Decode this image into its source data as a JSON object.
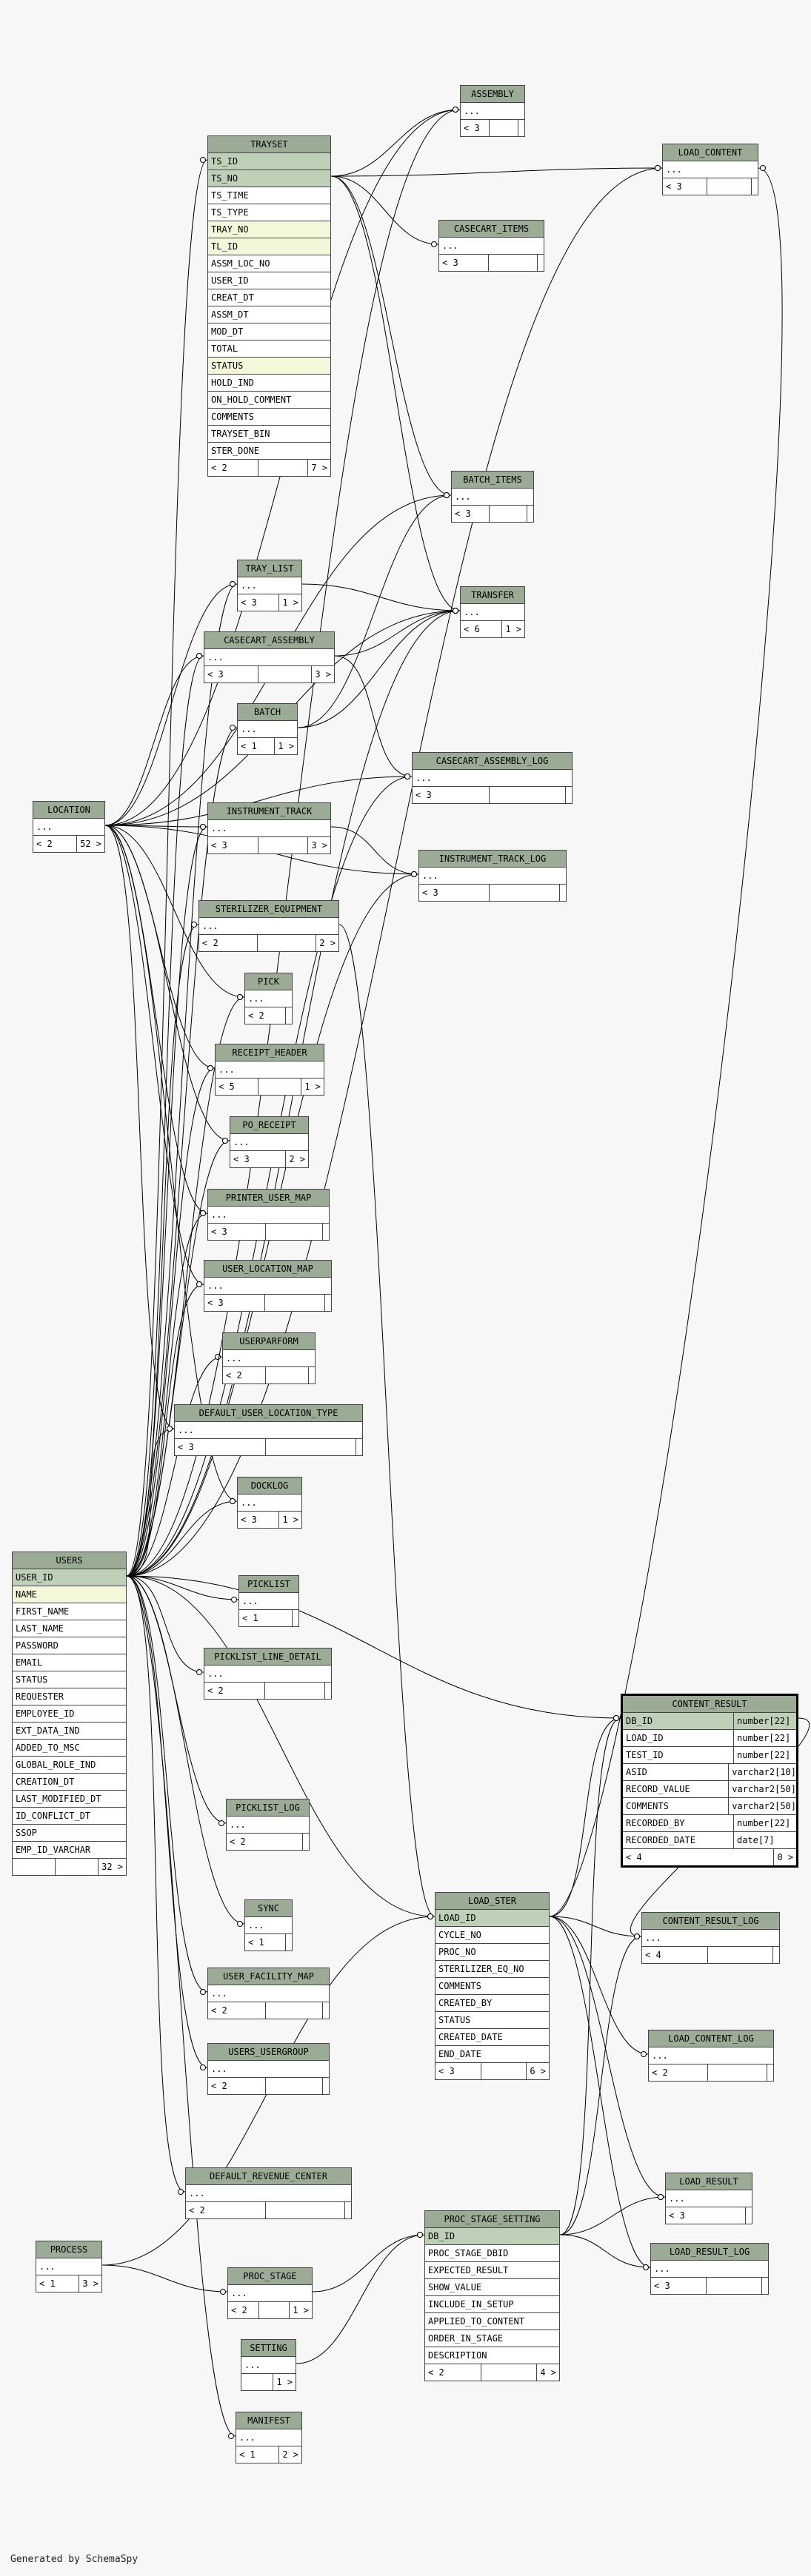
{
  "diagram": {
    "footer": "Generated by SchemaSpy",
    "tables": [
      {
        "id": "assembly",
        "name": "ASSEMBLY",
        "rows": [
          {
            "t": "..."
          }
        ],
        "footer": [
          "< 3",
          "",
          ""
        ]
      },
      {
        "id": "load_content",
        "name": "LOAD_CONTENT",
        "rows": [
          {
            "t": "..."
          }
        ],
        "footer": [
          "< 3",
          "",
          ""
        ]
      },
      {
        "id": "trayset",
        "name": "TRAYSET",
        "rows": [
          {
            "t": "TS_ID",
            "k": "pk"
          },
          {
            "t": "TS_NO",
            "k": "pk"
          },
          {
            "t": "TS_TIME"
          },
          {
            "t": "TS_TYPE"
          },
          {
            "t": "TRAY_NO",
            "k": "fk"
          },
          {
            "t": "TL_ID",
            "k": "fk"
          },
          {
            "t": "ASSM_LOC_NO"
          },
          {
            "t": "USER_ID"
          },
          {
            "t": "CREAT_DT"
          },
          {
            "t": "ASSM_DT"
          },
          {
            "t": "MOD_DT"
          },
          {
            "t": "TOTAL"
          },
          {
            "t": "STATUS",
            "k": "fk"
          },
          {
            "t": "HOLD_IND"
          },
          {
            "t": "ON_HOLD_COMMENT"
          },
          {
            "t": "COMMENTS"
          },
          {
            "t": "TRAYSET_BIN"
          },
          {
            "t": "STER_DONE"
          }
        ],
        "footer": [
          "< 2",
          "",
          "7 >"
        ]
      },
      {
        "id": "casecart_items",
        "name": "CASECART_ITEMS",
        "rows": [
          {
            "t": "..."
          }
        ],
        "footer": [
          "< 3",
          "",
          ""
        ]
      },
      {
        "id": "batch_items",
        "name": "BATCH_ITEMS",
        "rows": [
          {
            "t": "..."
          }
        ],
        "footer": [
          "< 3",
          "",
          ""
        ]
      },
      {
        "id": "tray_list",
        "name": "TRAY_LIST",
        "rows": [
          {
            "t": "..."
          }
        ],
        "footer": [
          "< 3",
          "1 >"
        ]
      },
      {
        "id": "transfer",
        "name": "TRANSFER",
        "rows": [
          {
            "t": "..."
          }
        ],
        "footer": [
          "< 6",
          "1 >"
        ]
      },
      {
        "id": "casecart_assembly",
        "name": "CASECART_ASSEMBLY",
        "rows": [
          {
            "t": "..."
          }
        ],
        "footer": [
          "< 3",
          "",
          "3 >"
        ]
      },
      {
        "id": "batch",
        "name": "BATCH",
        "rows": [
          {
            "t": "..."
          }
        ],
        "footer": [
          "< 1",
          "1 >"
        ]
      },
      {
        "id": "casecart_assembly_log",
        "name": "CASECART_ASSEMBLY_LOG",
        "rows": [
          {
            "t": "..."
          }
        ],
        "footer": [
          "< 3",
          "",
          ""
        ]
      },
      {
        "id": "location",
        "name": "LOCATION",
        "rows": [
          {
            "t": "..."
          }
        ],
        "footer": [
          "< 2",
          "52 >"
        ]
      },
      {
        "id": "instrument_track",
        "name": "INSTRUMENT_TRACK",
        "rows": [
          {
            "t": "..."
          }
        ],
        "footer": [
          "< 3",
          "",
          "3 >"
        ]
      },
      {
        "id": "instrument_track_log",
        "name": "INSTRUMENT_TRACK_LOG",
        "rows": [
          {
            "t": "..."
          }
        ],
        "footer": [
          "< 3",
          "",
          ""
        ]
      },
      {
        "id": "sterilizer_equipment",
        "name": "STERILIZER_EQUIPMENT",
        "rows": [
          {
            "t": "..."
          }
        ],
        "footer": [
          "< 2",
          "",
          "2 >"
        ]
      },
      {
        "id": "pick",
        "name": "PICK",
        "rows": [
          {
            "t": "..."
          }
        ],
        "footer": [
          "< 2",
          ""
        ]
      },
      {
        "id": "receipt_header",
        "name": "RECEIPT_HEADER",
        "rows": [
          {
            "t": "..."
          }
        ],
        "footer": [
          "< 5",
          "",
          "1 >"
        ]
      },
      {
        "id": "po_receipt",
        "name": "PO_RECEIPT",
        "rows": [
          {
            "t": "..."
          }
        ],
        "footer": [
          "< 3",
          "2 >"
        ]
      },
      {
        "id": "printer_user_map",
        "name": "PRINTER_USER_MAP",
        "rows": [
          {
            "t": "..."
          }
        ],
        "footer": [
          "< 3",
          "",
          ""
        ]
      },
      {
        "id": "user_location_map",
        "name": "USER_LOCATION_MAP",
        "rows": [
          {
            "t": "..."
          }
        ],
        "footer": [
          "< 3",
          "",
          ""
        ]
      },
      {
        "id": "userparform",
        "name": "USERPARFORM",
        "rows": [
          {
            "t": "..."
          }
        ],
        "footer": [
          "< 2",
          "",
          ""
        ]
      },
      {
        "id": "default_user_location_type",
        "name": "DEFAULT_USER_LOCATION_TYPE",
        "rows": [
          {
            "t": "..."
          }
        ],
        "footer": [
          "< 3",
          "",
          ""
        ]
      },
      {
        "id": "docklog",
        "name": "DOCKLOG",
        "rows": [
          {
            "t": "..."
          }
        ],
        "footer": [
          "< 3",
          "1 >"
        ]
      },
      {
        "id": "users",
        "name": "USERS",
        "rows": [
          {
            "t": "USER_ID",
            "k": "pk"
          },
          {
            "t": "NAME",
            "k": "fk"
          },
          {
            "t": "FIRST_NAME"
          },
          {
            "t": "LAST_NAME"
          },
          {
            "t": "PASSWORD"
          },
          {
            "t": "EMAIL"
          },
          {
            "t": "STATUS"
          },
          {
            "t": "REQUESTER"
          },
          {
            "t": "EMPLOYEE_ID"
          },
          {
            "t": "EXT_DATA_IND"
          },
          {
            "t": "ADDED_TO_MSC"
          },
          {
            "t": "GLOBAL_ROLE_IND"
          },
          {
            "t": "CREATION_DT"
          },
          {
            "t": "LAST_MODIFIED_DT"
          },
          {
            "t": "ID_CONFLICT_DT"
          },
          {
            "t": "SSOP"
          },
          {
            "t": "EMP_ID_VARCHAR"
          }
        ],
        "footer": [
          "",
          "",
          "32 >"
        ]
      },
      {
        "id": "picklist",
        "name": "PICKLIST",
        "rows": [
          {
            "t": "..."
          }
        ],
        "footer": [
          "< 1",
          ""
        ]
      },
      {
        "id": "picklist_line_detail",
        "name": "PICKLIST_LINE_DETAIL",
        "rows": [
          {
            "t": "..."
          }
        ],
        "footer": [
          "< 2",
          "",
          ""
        ]
      },
      {
        "id": "picklist_log",
        "name": "PICKLIST_LOG",
        "rows": [
          {
            "t": "..."
          }
        ],
        "footer": [
          "< 2",
          ""
        ]
      },
      {
        "id": "content_result_log",
        "name": "CONTENT_RESULT_LOG",
        "rows": [
          {
            "t": "..."
          }
        ],
        "footer": [
          "< 4",
          "",
          ""
        ]
      },
      {
        "id": "sync",
        "name": "SYNC",
        "rows": [
          {
            "t": "..."
          }
        ],
        "footer": [
          "< 1",
          ""
        ]
      },
      {
        "id": "load_ster",
        "name": "LOAD_STER",
        "rows": [
          {
            "t": "LOAD_ID",
            "k": "pk"
          },
          {
            "t": "CYCLE_NO"
          },
          {
            "t": "PROC_NO"
          },
          {
            "t": "STERILIZER_EQ_NO"
          },
          {
            "t": "COMMENTS"
          },
          {
            "t": "CREATED_BY"
          },
          {
            "t": "STATUS"
          },
          {
            "t": "CREATED_DATE"
          },
          {
            "t": "END_DATE"
          }
        ],
        "footer": [
          "< 3",
          "",
          "6 >"
        ]
      },
      {
        "id": "user_facility_map",
        "name": "USER_FACILITY_MAP",
        "rows": [
          {
            "t": "..."
          }
        ],
        "footer": [
          "< 2",
          "",
          ""
        ]
      },
      {
        "id": "load_content_log",
        "name": "LOAD_CONTENT_LOG",
        "rows": [
          {
            "t": "..."
          }
        ],
        "footer": [
          "< 2",
          "",
          ""
        ]
      },
      {
        "id": "users_usergroup",
        "name": "USERS_USERGROUP",
        "rows": [
          {
            "t": "..."
          }
        ],
        "footer": [
          "< 2",
          "",
          ""
        ]
      },
      {
        "id": "default_revenue_center",
        "name": "DEFAULT_REVENUE_CENTER",
        "rows": [
          {
            "t": "..."
          }
        ],
        "footer": [
          "< 2",
          "",
          ""
        ]
      },
      {
        "id": "load_result",
        "name": "LOAD_RESULT",
        "rows": [
          {
            "t": "..."
          }
        ],
        "footer": [
          "< 3",
          ""
        ]
      },
      {
        "id": "process",
        "name": "PROCESS",
        "rows": [
          {
            "t": "..."
          }
        ],
        "footer": [
          "< 1",
          "3 >"
        ]
      },
      {
        "id": "proc_stage_setting",
        "name": "PROC_STAGE_SETTING",
        "rows": [
          {
            "t": "DB_ID",
            "k": "pk"
          },
          {
            "t": "PROC_STAGE_DBID"
          },
          {
            "t": "EXPECTED_RESULT"
          },
          {
            "t": "SHOW_VALUE"
          },
          {
            "t": "INCLUDE_IN_SETUP"
          },
          {
            "t": "APPLIED_TO_CONTENT"
          },
          {
            "t": "ORDER_IN_STAGE"
          },
          {
            "t": "DESCRIPTION"
          }
        ],
        "footer": [
          "< 2",
          "",
          "4 >"
        ]
      },
      {
        "id": "load_result_log",
        "name": "LOAD_RESULT_LOG",
        "rows": [
          {
            "t": "..."
          }
        ],
        "footer": [
          "< 3",
          "",
          ""
        ]
      },
      {
        "id": "proc_stage",
        "name": "PROC_STAGE",
        "rows": [
          {
            "t": "..."
          }
        ],
        "footer": [
          "< 2",
          "",
          "1 >"
        ]
      },
      {
        "id": "setting",
        "name": "SETTING",
        "rows": [
          {
            "t": "..."
          }
        ],
        "footer": [
          "",
          "1 >"
        ]
      },
      {
        "id": "manifest",
        "name": "MANIFEST",
        "rows": [
          {
            "t": "..."
          }
        ],
        "footer": [
          "< 1",
          "2 >"
        ]
      }
    ],
    "content_result": {
      "name": "CONTENT_RESULT",
      "rows": [
        {
          "c": "DB_ID",
          "t": "number[22]",
          "k": "pk"
        },
        {
          "c": "LOAD_ID",
          "t": "number[22]"
        },
        {
          "c": "TEST_ID",
          "t": "number[22]"
        },
        {
          "c": "ASID",
          "t": "varchar2[10]"
        },
        {
          "c": "RECORD_VALUE",
          "t": "varchar2[50]"
        },
        {
          "c": "COMMENTS",
          "t": "varchar2[50]"
        },
        {
          "c": "RECORDED_BY",
          "t": "number[22]"
        },
        {
          "c": "RECORDED_DATE",
          "t": "date[7]"
        }
      ],
      "footer": [
        "< 4",
        "0 >"
      ]
    },
    "colors": {
      "header": "#9cab95",
      "primary_key": "#bed1b8",
      "foreign_key": "#f4f7da",
      "line": "#000000"
    }
  }
}
